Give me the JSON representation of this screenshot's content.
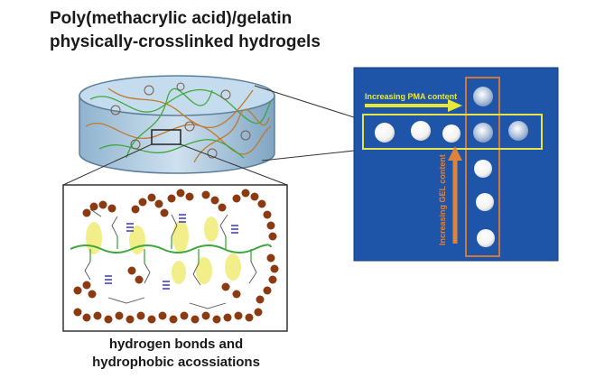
{
  "title": {
    "line1": "Poly(methacrylic acid)/gelatin",
    "line2": "physically-crosslinked hydrogels"
  },
  "photo": {
    "label_pma": "Increasing PMA content",
    "label_gel": "Increasing GEL content",
    "bg_color": "#1f55a8",
    "pma_color": "#e8e83a",
    "gel_color": "#e0833a",
    "box_color": "#e6e24a",
    "box2_color": "#d0783a"
  },
  "caption": {
    "line1": "hydrogen bonds and",
    "line2": "hydrophobic acossiations"
  },
  "colors": {
    "chain": "#3ea83e",
    "bead": "#8b3a12",
    "highlight": "#f2ef8a",
    "hbond": "#4444cc"
  }
}
